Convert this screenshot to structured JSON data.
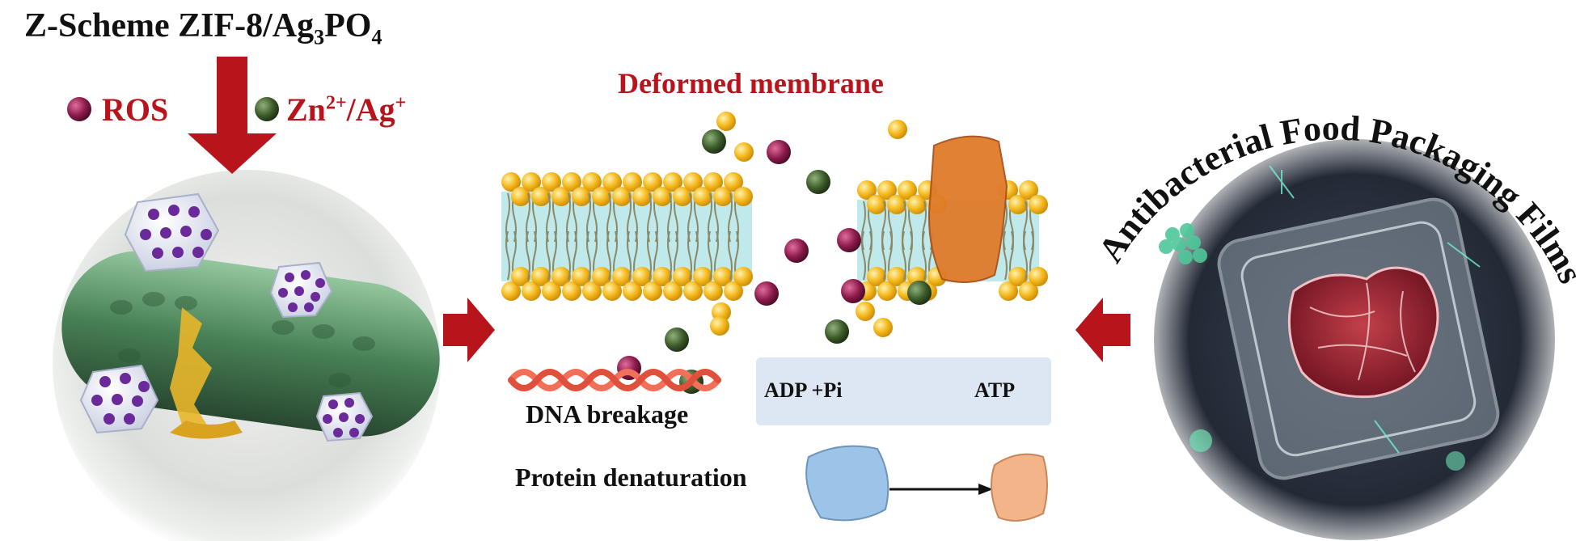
{
  "title": {
    "prefix": "Z-Scheme ZIF-8/Ag",
    "sub1": "3",
    "mid": "PO",
    "sub2": "4"
  },
  "legend": {
    "ros_label": "ROS",
    "ion_base": "Zn",
    "ion_sup1": "2+",
    "ion_slash": "/Ag",
    "ion_sup2": "+"
  },
  "labels": {
    "deformed_membrane": "Deformed membrane",
    "dna_breakage": "DNA breakage",
    "protein_denaturation": "Protein denaturation",
    "adp": "ADP +Pi",
    "atp": "ATP",
    "packaging_films": "Antibacterial Food Packaging Films"
  },
  "colors": {
    "accent_red": "#b8141b",
    "ros": "#8a1a4a",
    "ion": "#3c5a2a",
    "lipid_head": "#f2b51c",
    "membrane_core": "#bfe9ea",
    "atp_box": "#dde6f3",
    "dna": "#f2705a"
  },
  "icons": {
    "ros_dot": "purple-sphere",
    "ion_dot": "green-sphere",
    "down_arrow": "red-down-arrow",
    "right_arrow": "red-right-arrow",
    "left_arrow": "red-left-arrow",
    "blocked": "red-x",
    "decrease": "red-down-arrow"
  }
}
